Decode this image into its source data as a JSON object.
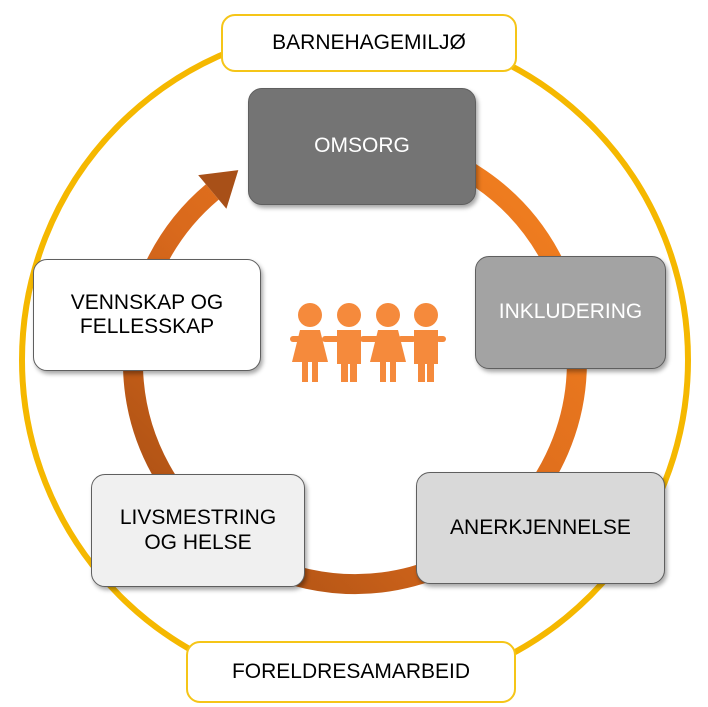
{
  "frame": {
    "top_label": "BARNEHAGEMILJØ",
    "bottom_label": "FORELDRESAMARBEID",
    "ring_color": "#f5b800"
  },
  "cycle": {
    "arrow_color_light": "#f58220",
    "arrow_color_dark": "#a04a12",
    "nodes": [
      {
        "id": "omsorg",
        "label": "OMSORG",
        "fill": "#747474",
        "text_color": "#ffffff"
      },
      {
        "id": "inkludering",
        "label": "INKLUDERING",
        "fill": "#a3a3a3",
        "text_color": "#ffffff"
      },
      {
        "id": "anerkjennelse",
        "label": "ANERKJENNELSE",
        "fill": "#d9d9d9",
        "text_color": "#000000"
      },
      {
        "id": "livsmestring",
        "label": "LIVSMESTRING OG HELSE",
        "fill": "#f0f0f0",
        "text_color": "#000000"
      },
      {
        "id": "vennskap",
        "label": "VENNSKAP OG FELLESSKAP",
        "fill": "#ffffff",
        "text_color": "#000000"
      }
    ]
  },
  "center_icon": {
    "name": "children-holding-hands-icon",
    "color": "#f58a3c"
  }
}
